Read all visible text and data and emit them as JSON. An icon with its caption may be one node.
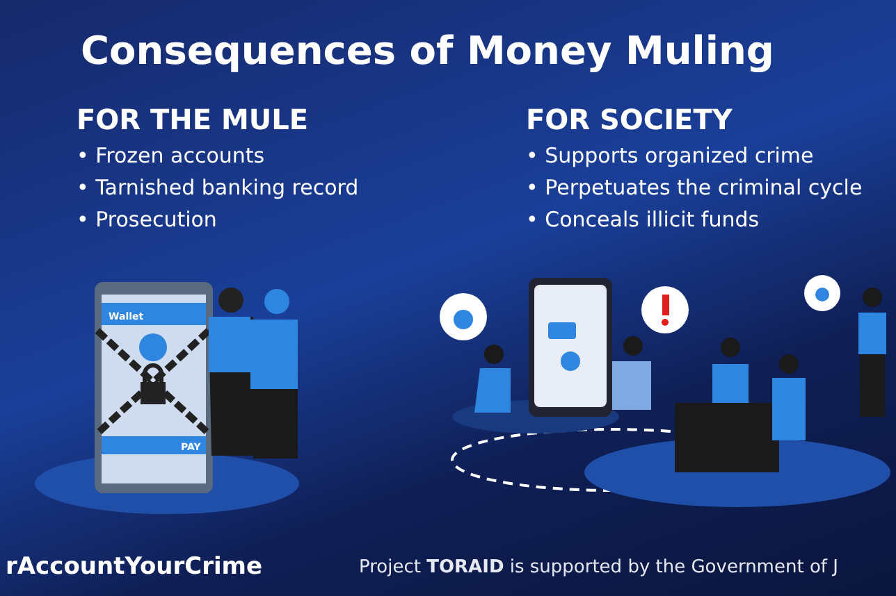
{
  "diagram": {
    "title": "Consequences of Money Muling",
    "labels": [
      "FOR THE MULE",
      "• Frozen accounts",
      "• Tarnished banking record",
      "• Prosecution",
      "FOR SOCIETY",
      "• Supports organized crime",
      "• Perpetuates the criminal cycle",
      "• Conceals illicit funds",
      "Wallet",
      "PAY",
      "rAccountYourCrime",
      "Project **TORAID** is supported by the Government of J"
    ]
  }
}
